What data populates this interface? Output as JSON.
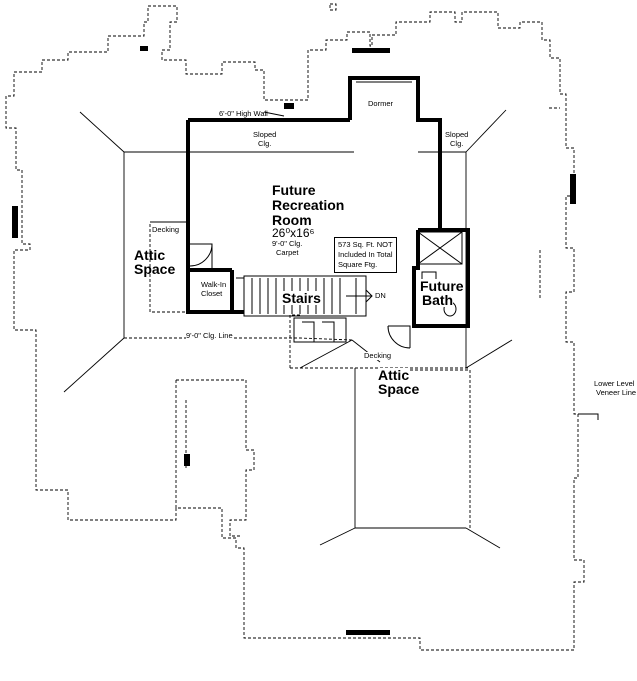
{
  "rooms": {
    "recreation_line1": "Future",
    "recreation_line2": "Recreation",
    "recreation_line3": "Room",
    "recreation_dims": "26⁰x16⁶",
    "recreation_ceiling": "9'-0\" Clg.",
    "recreation_floor": "Carpet",
    "stairs": "Stairs",
    "bath_line1": "Future",
    "bath_line2": "Bath",
    "closet_line1": "Walk-In",
    "closet_line2": "Closet",
    "attic_line1": "Attic",
    "attic_line2": "Space",
    "dormer": "Dormer"
  },
  "notes": {
    "high_wall": "6'-0\" High Wall",
    "sloped_line1": "Sloped",
    "sloped_line2": "Clg.",
    "decking": "Decking",
    "ceiling_line": "9'-0\" Clg. Line",
    "dn": "DN",
    "area_line1": "573 Sq. Ft. NOT",
    "area_line2": "Included In Total",
    "area_line3": "Square Ftg.",
    "lower_level_line1": "Lower Level",
    "lower_level_line2": "Veneer Line"
  },
  "colors": {
    "line": "#000000",
    "background": "#ffffff"
  }
}
